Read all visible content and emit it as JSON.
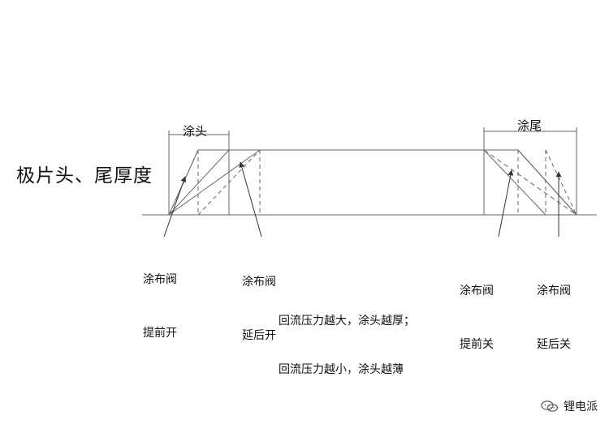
{
  "title": "极片头、尾厚度",
  "coating_head_label": "涂头",
  "coating_tail_label": "涂尾",
  "valves": [
    {
      "id": "valve-open-early",
      "lines": [
        "涂布阀",
        "提前开"
      ]
    },
    {
      "id": "valve-open-late",
      "lines": [
        "涂布阀",
        "延后开"
      ]
    },
    {
      "id": "valve-close-early",
      "lines": [
        "涂布阀",
        "提前关"
      ]
    },
    {
      "id": "valve-close-late",
      "lines": [
        "涂布阀",
        "延后关"
      ]
    }
  ],
  "notes": [
    "回流压力越大，涂头越厚；",
    "回流压力越小，涂头越薄"
  ],
  "brand": {
    "icon": "wechat-icon",
    "text": "锂电派"
  },
  "colors": {
    "line": "#666666",
    "text": "#111111"
  }
}
